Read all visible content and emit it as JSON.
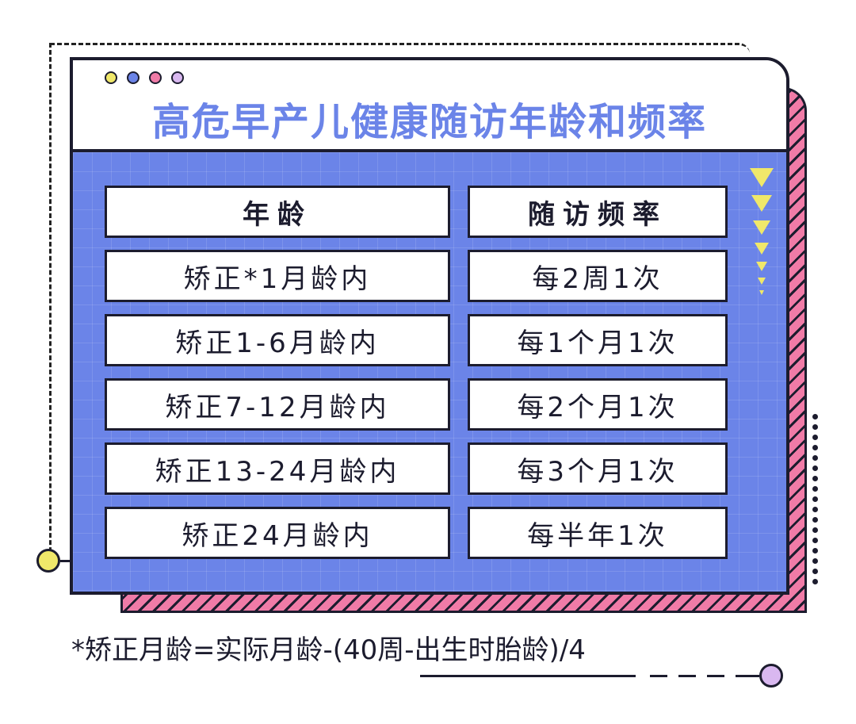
{
  "title": "高危早产儿健康随访年龄和频率",
  "window_dots": [
    {
      "name": "yellow-dot",
      "color": "#f0e86a"
    },
    {
      "name": "blue-dot",
      "color": "#6b84e8"
    },
    {
      "name": "pink-dot",
      "color": "#f07ba7"
    },
    {
      "name": "lavender-dot",
      "color": "#d9b8f0"
    }
  ],
  "table": {
    "headers": [
      "年龄",
      "随访频率"
    ],
    "rows": [
      [
        "矫正*1月龄内",
        "每2周1次"
      ],
      [
        "矫正1-6月龄内",
        "每1个月1次"
      ],
      [
        "矫正7-12月龄内",
        "每2个月1次"
      ],
      [
        "矫正13-24月龄内",
        "每3个月1次"
      ],
      [
        "矫正24月龄内",
        "每半年1次"
      ]
    ]
  },
  "footnote": "*矫正月龄=实际月龄-(40周-出生时胎龄)/4",
  "colors": {
    "accent_blue": "#6b84e8",
    "accent_pink": "#f07ba7",
    "accent_yellow": "#f0e86a",
    "accent_lavender": "#d9b8f0",
    "ink": "#1c1c2e"
  }
}
